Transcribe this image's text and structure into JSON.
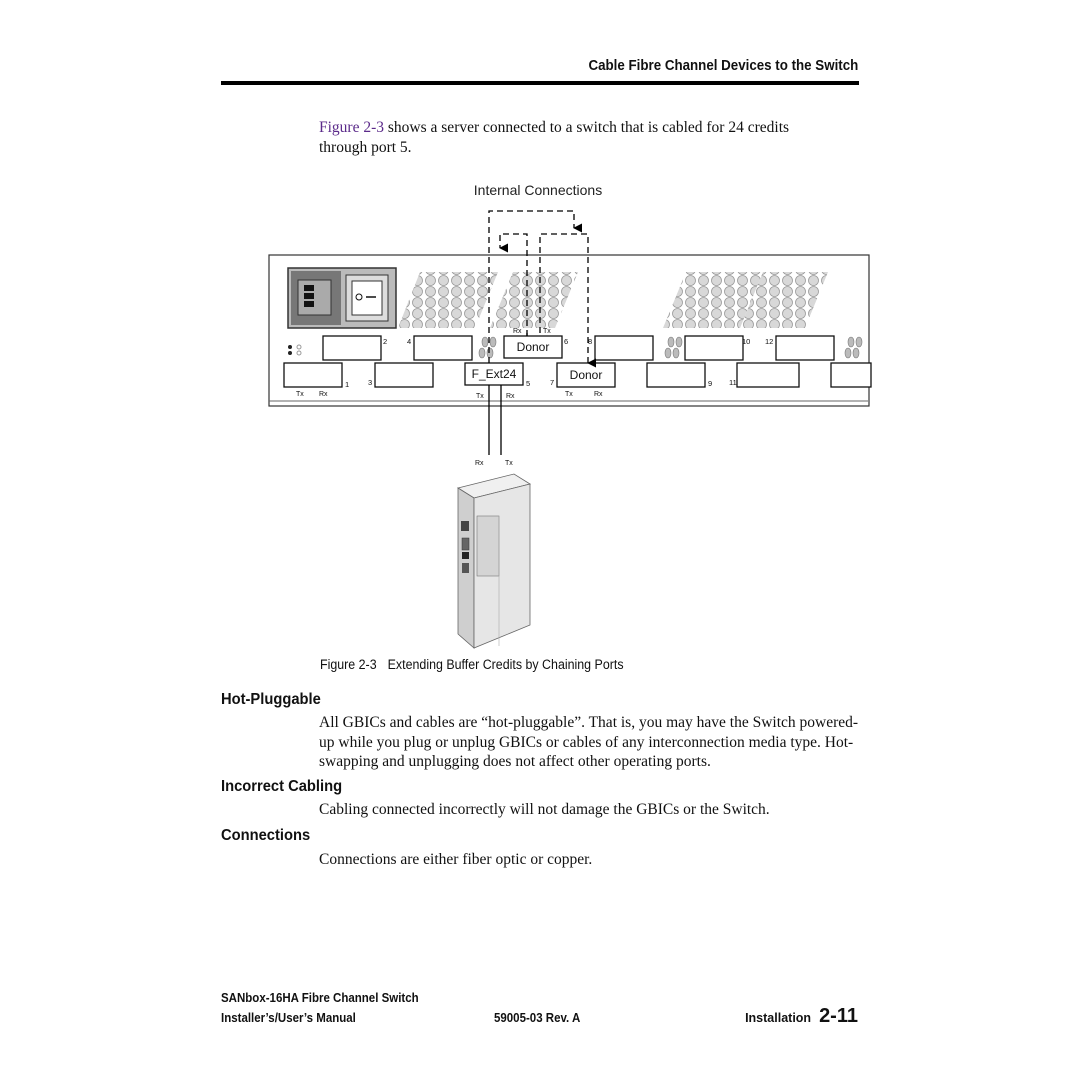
{
  "header": {
    "running_title": "Cable Fibre Channel Devices to the Switch"
  },
  "intro": {
    "figure_ref": "Figure 2-3",
    "text": " shows a server connected to a switch that is cabled for 24 credits through port 5."
  },
  "diagram": {
    "internal_label": "Internal Connections",
    "donor_label": "Donor",
    "fext_label": "F_Ext24",
    "tx_label": "Tx",
    "rx_label": "Rx",
    "port_numbers": [
      "1",
      "2",
      "3",
      "4",
      "5",
      "6",
      "7",
      "8",
      "9",
      "10",
      "11",
      "12"
    ]
  },
  "figure": {
    "caption_number": "Figure 2-3",
    "caption_title": "Extending Buffer Credits by Chaining Ports"
  },
  "sections": [
    {
      "heading": "Hot-Pluggable",
      "body": "All GBICs and cables are “hot-pluggable”. That is, you may have the Switch powered-up while you plug or unplug GBICs or cables of any interconnection media type. Hot-swapping and unplugging does not affect other operating ports."
    },
    {
      "heading": "Incorrect Cabling",
      "body": "Cabling connected incorrectly will not damage the GBICs or the Switch."
    },
    {
      "heading": "Connections",
      "body": "Connections are either fiber optic or copper."
    }
  ],
  "footer": {
    "product": "SANbox-16HA Fibre Channel Switch",
    "manual": "Installer’s/User’s Manual",
    "doc_number": "59005-03 Rev. A",
    "section": "Installation",
    "page": "2-11"
  }
}
